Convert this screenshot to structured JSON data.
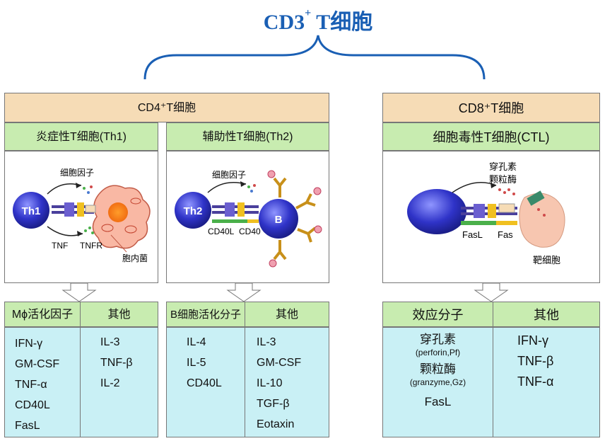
{
  "title": {
    "main": "CD3",
    "sup": "+",
    "rest": " T细胞"
  },
  "cd4": {
    "label": "CD4⁺T细胞"
  },
  "cd8": {
    "label": "CD8⁺T细胞"
  },
  "th1": {
    "label": "炎症性T细胞(Th1)",
    "cell": "Th1",
    "cytokine": "细胞因子",
    "tnf": "TNF",
    "tnfr": "TNFR",
    "bacteria": "胞内菌",
    "col1_header": "Mϕ活化因子",
    "col2_header": "其他",
    "col1": [
      "IFN-γ",
      "GM-CSF",
      "TNF-α",
      "CD40L",
      "FasL"
    ],
    "col2": [
      "IL-3",
      "TNF-β",
      "IL-2"
    ]
  },
  "th2": {
    "label": "辅助性T细胞(Th2)",
    "cell": "Th2",
    "bcell": "B",
    "cytokine": "细胞因子",
    "cd40l": "CD40L",
    "cd40": "CD40",
    "col1_header": "B细胞活化分子",
    "col2_header": "其他",
    "col1": [
      "IL-4",
      "IL-5",
      "CD40L"
    ],
    "col2": [
      "IL-3",
      "GM-CSF",
      "IL-10",
      "TGF-β",
      "Eotaxin"
    ]
  },
  "ctl": {
    "label": "细胞毒性T细胞(CTL)",
    "perforin": "穿孔素",
    "granzyme": "颗粒酶",
    "fasl": "FasL",
    "fas": "Fas",
    "target": "靶细胞",
    "col1_header": "效应分子",
    "col2_header": "其他",
    "col1": [
      {
        "name": "穿孔素",
        "note": "(perforin,Pf)"
      },
      {
        "name": "颗粒酶",
        "note": "(granzyme,Gz)"
      },
      {
        "name": "FasL",
        "note": ""
      }
    ],
    "col2": [
      "IFN-γ",
      "TNF-β",
      "TNF-α"
    ]
  },
  "colors": {
    "title": "#1a5fb4",
    "header": "#f6dcb6",
    "subheader": "#c8ecb0",
    "table": "#c9f0f5",
    "cell": "#3a3fd0"
  }
}
